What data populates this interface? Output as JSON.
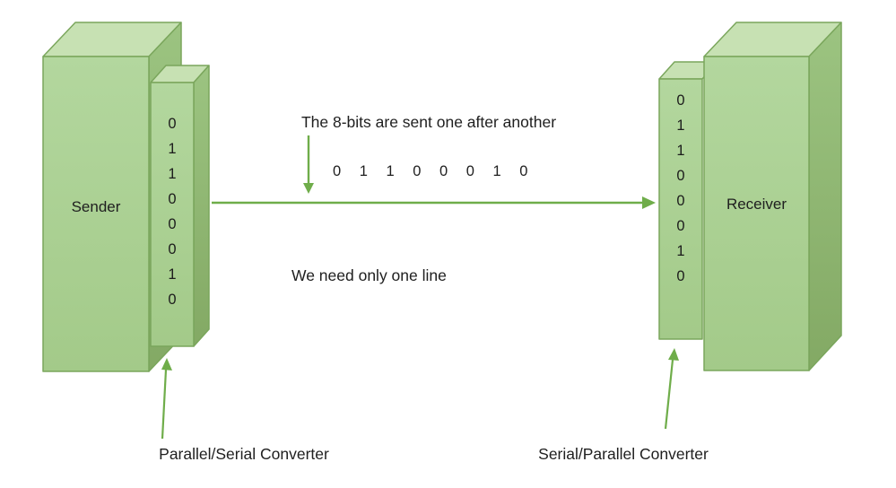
{
  "colors": {
    "background": "#ffffff",
    "box_top": "#c7e1b3",
    "box_front": "#a8ce90",
    "box_side": "#8fba74",
    "box_border": "#7aa65c",
    "arrow_green": "#6fad4a",
    "text": "#202020"
  },
  "sender": {
    "label": "Sender",
    "bits": [
      "0",
      "1",
      "1",
      "0",
      "0",
      "0",
      "1",
      "0"
    ],
    "converter_label": "Parallel/Serial Converter"
  },
  "receiver": {
    "label": "Receiver",
    "bits": [
      "0",
      "1",
      "1",
      "0",
      "0",
      "0",
      "1",
      "0"
    ],
    "converter_label": "Serial/Parallel Converter"
  },
  "channel": {
    "caption": "The 8-bits are sent one after another",
    "serial_bits": "0 1 1 0 0 0 1 0",
    "note": "We need only one line"
  }
}
